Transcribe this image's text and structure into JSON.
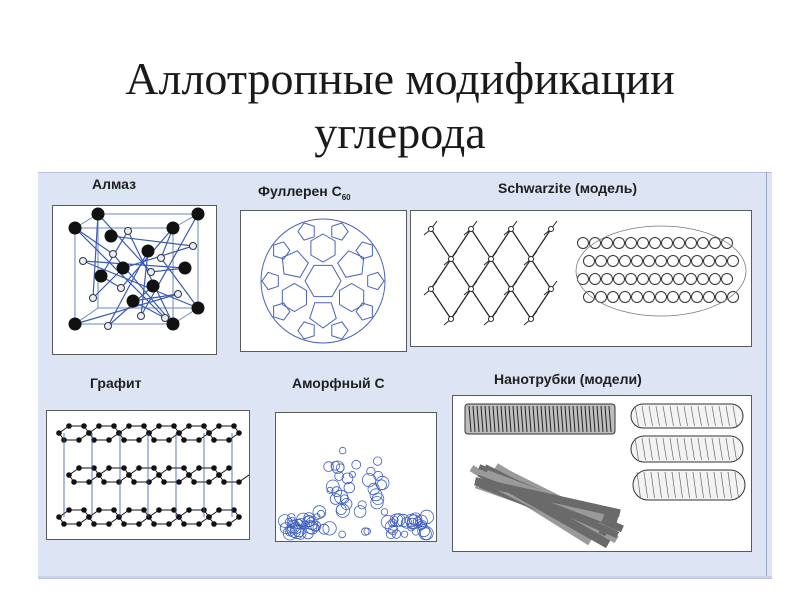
{
  "slide": {
    "title_line1": "Аллотропные модификации",
    "title_line2": "углерода"
  },
  "panels": {
    "diamond": {
      "label": "Алмаз"
    },
    "fullerene": {
      "label": "Фуллерен С",
      "subscript": "60"
    },
    "schwarzite": {
      "label": "Schwarzite (модель)"
    },
    "graphite": {
      "label": "Графит"
    },
    "amorphous": {
      "label": "Аморфный С"
    },
    "nanotubes": {
      "label": "Нанотрубки (модели)"
    }
  },
  "colors": {
    "panel_bg": "#dde4f4",
    "bond_blue": "#3b5bb5",
    "atom": "#111111"
  }
}
